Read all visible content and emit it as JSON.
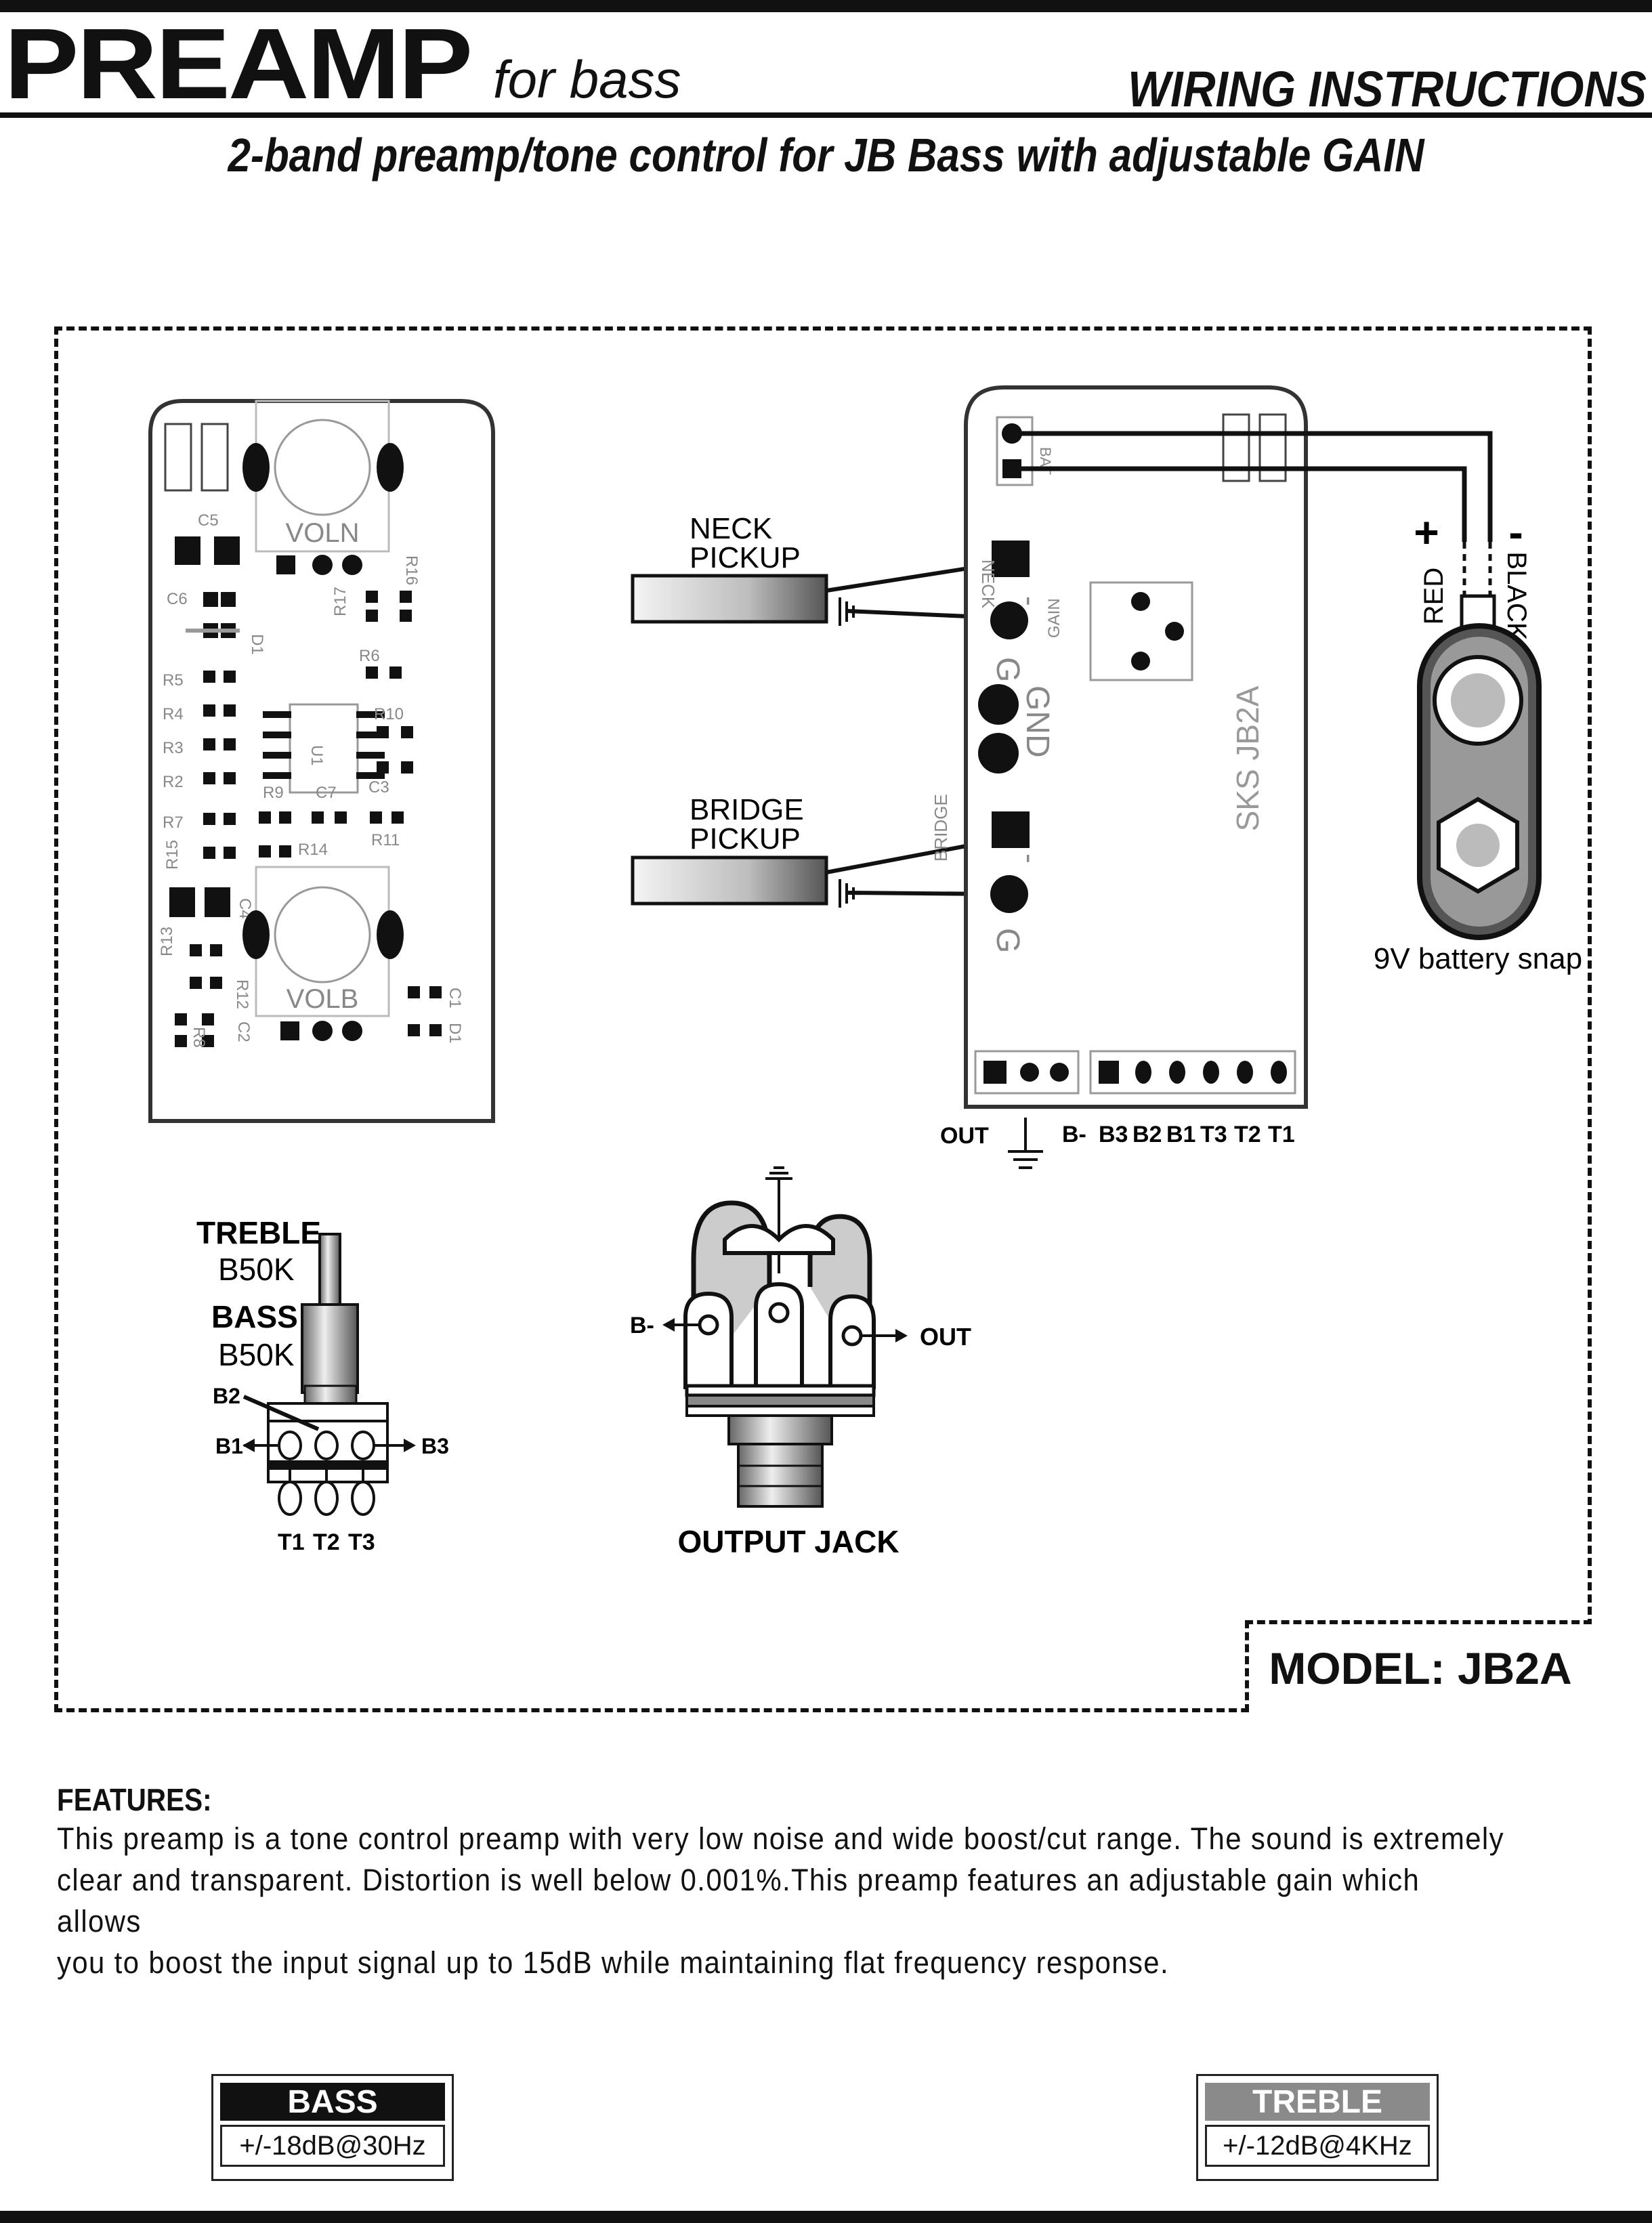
{
  "header": {
    "brand": "PREAMP",
    "brand_sub": "for bass",
    "section": "WIRING INSTRUCTIONS",
    "subtitle": "2-band preamp/tone control for JB Bass with adjustable GAIN"
  },
  "pcb_left": {
    "pot_top_label": "VOLN",
    "pot_bottom_label": "VOLB",
    "components": [
      "C5",
      "C6",
      "R16",
      "R17",
      "D1",
      "R6",
      "R5",
      "R4",
      "R10",
      "U1",
      "R3",
      "C3",
      "R2",
      "R9",
      "C7",
      "R7",
      "R11",
      "R15",
      "R14",
      "C4",
      "R13",
      "R12",
      "C1",
      "R8",
      "C2",
      "D1"
    ]
  },
  "pickups": {
    "neck_line1": "NECK",
    "neck_line2": "PICKUP",
    "bridge_line1": "BRIDGE",
    "bridge_line2": "PICKUP"
  },
  "pcb_right": {
    "board_name": "SKS JB2A",
    "gain_label": "GAIN",
    "neck_pad": "NECK",
    "bridge_pad": "BRIDGE",
    "gnd_label": "GND",
    "g_label": "G",
    "bat_label": "BAT",
    "bottom_labels": [
      "OUT",
      "B-",
      "B3",
      "B2",
      "B1",
      "T3",
      "T2",
      "T1"
    ]
  },
  "battery": {
    "plus": "+",
    "minus": "-",
    "red": "RED",
    "black": "BLACK",
    "caption": "9V battery snap"
  },
  "pot": {
    "treble": "TREBLE",
    "treble_value": "B50K",
    "bass": "BASS",
    "bass_value": "B50K",
    "b1": "B1",
    "b2": "B2",
    "b3": "B3",
    "t1": "T1",
    "t2": "T2",
    "t3": "T3"
  },
  "jack": {
    "b_minus": "B-",
    "out": "OUT",
    "caption": "OUTPUT JACK"
  },
  "model": "MODEL: JB2A",
  "features": {
    "title": "FEATURES:",
    "line1": "This preamp is a tone control preamp with very low noise and wide boost/cut range. The sound is extremely",
    "line2": "clear and transparent. Distortion is well below 0.001%.This preamp features an adjustable gain which allows",
    "line3": "you to boost the input signal up to 15dB while maintaining flat frequency response."
  },
  "specs": {
    "bass_label": "BASS",
    "bass_value": "+/-18dB@30Hz",
    "treble_label": "TREBLE",
    "treble_value": "+/-12dB@4KHz",
    "bass_color": "#111111",
    "treble_color": "#8a8a8a"
  }
}
